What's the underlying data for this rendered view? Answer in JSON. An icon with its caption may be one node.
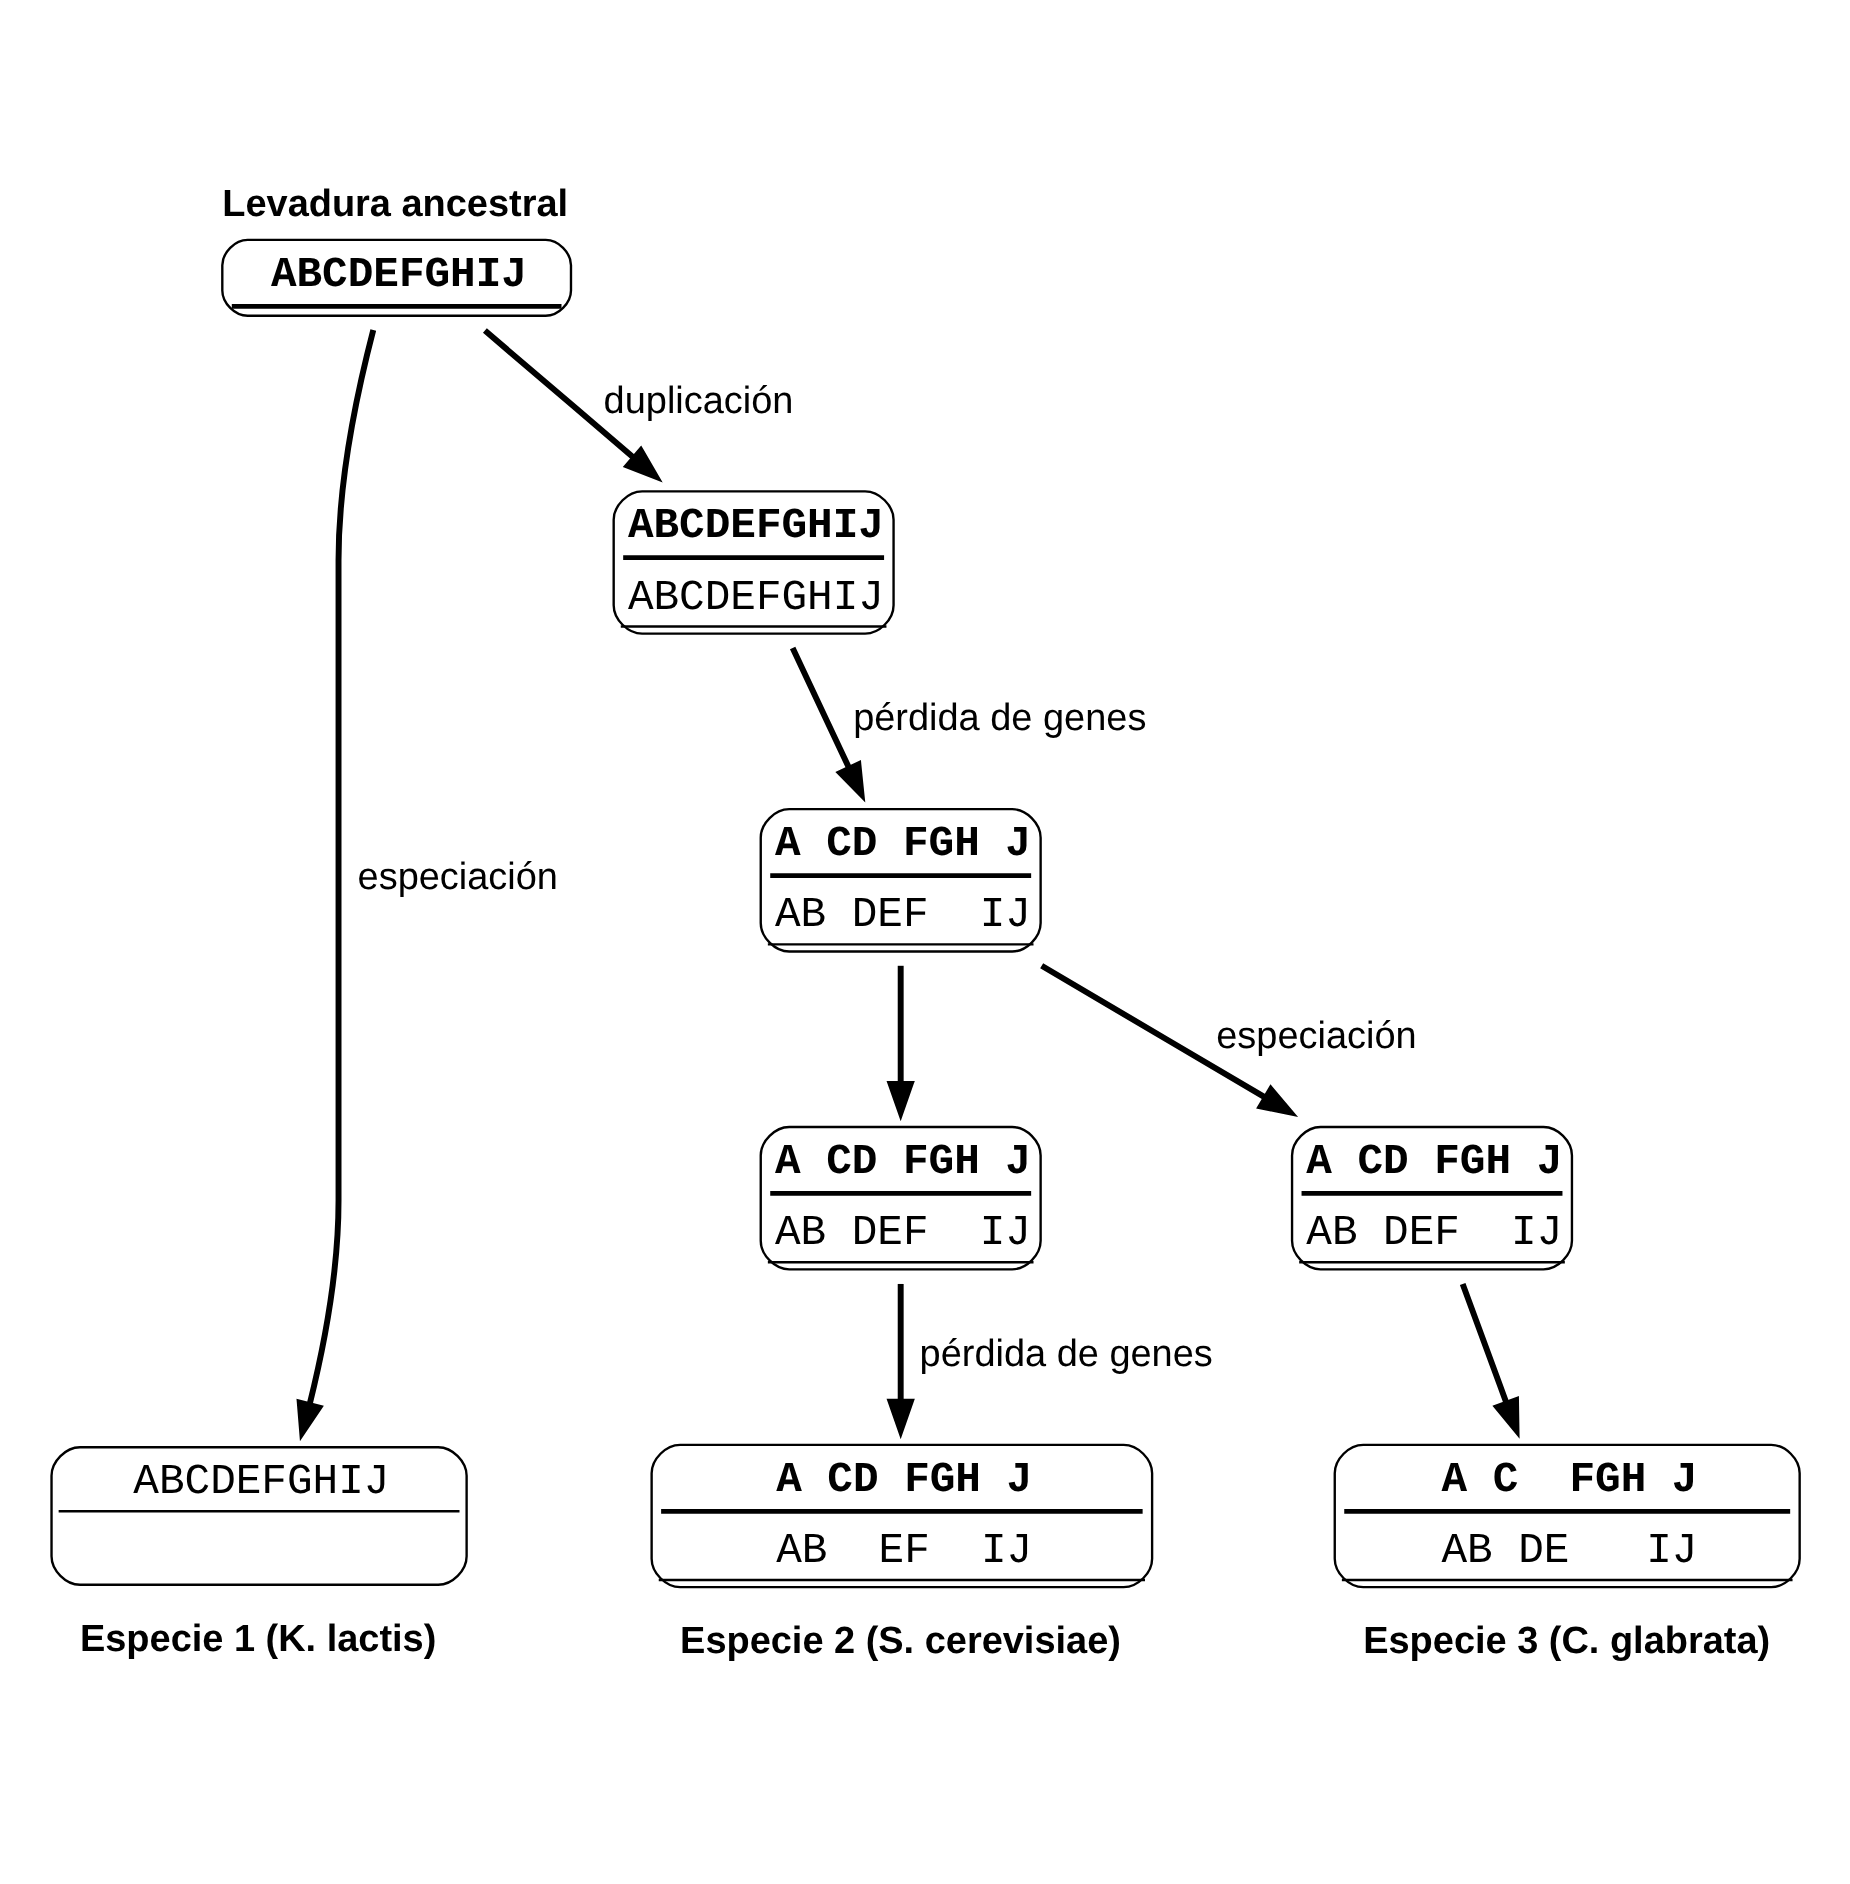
{
  "diagram": {
    "nodes": [
      {
        "text": [
          "Levadura ancestral",
          "ABCDEFGHIJ"
        ]
      },
      {
        "text": [
          "ABCDEFGHIJ",
          "ABCDEFGHIJ"
        ]
      },
      {
        "text": [
          "A CD FGH J",
          "AB DEF  IJ"
        ]
      },
      {
        "text": [
          "A CD FGH J",
          "AB DEF  IJ"
        ]
      },
      {
        "text": [
          "A CD FGH J",
          "AB DEF  IJ"
        ]
      },
      {
        "text": [
          "ABCDEFGHIJ"
        ],
        "beside": [
          "Especie 1 (K. lactis)"
        ]
      },
      {
        "text": [
          "A CD FGH J",
          "AB  EF  IJ"
        ],
        "beside": [
          "Especie 2 (S. cerevisiae)"
        ]
      },
      {
        "text": [
          "A C  FGH J",
          "AB DE   IJ"
        ],
        "beside": [
          "Especie 3 (C. glabrata)"
        ]
      }
    ],
    "edges": [
      {
        "from": 0,
        "to": 1,
        "arrow": "to",
        "label": "duplicación"
      },
      {
        "from": 0,
        "to": 5,
        "arrow": "to",
        "label": "especiación"
      },
      {
        "from": 1,
        "to": 2,
        "arrow": "to",
        "label": "pérdida de genes"
      },
      {
        "from": 2,
        "to": 3,
        "arrow": "to"
      },
      {
        "from": 2,
        "to": 4,
        "arrow": "to",
        "label": "especiación"
      },
      {
        "from": 3,
        "to": 6,
        "arrow": "to",
        "label": "pérdida de genes"
      },
      {
        "from": 4,
        "to": 7,
        "arrow": "to"
      }
    ]
  }
}
